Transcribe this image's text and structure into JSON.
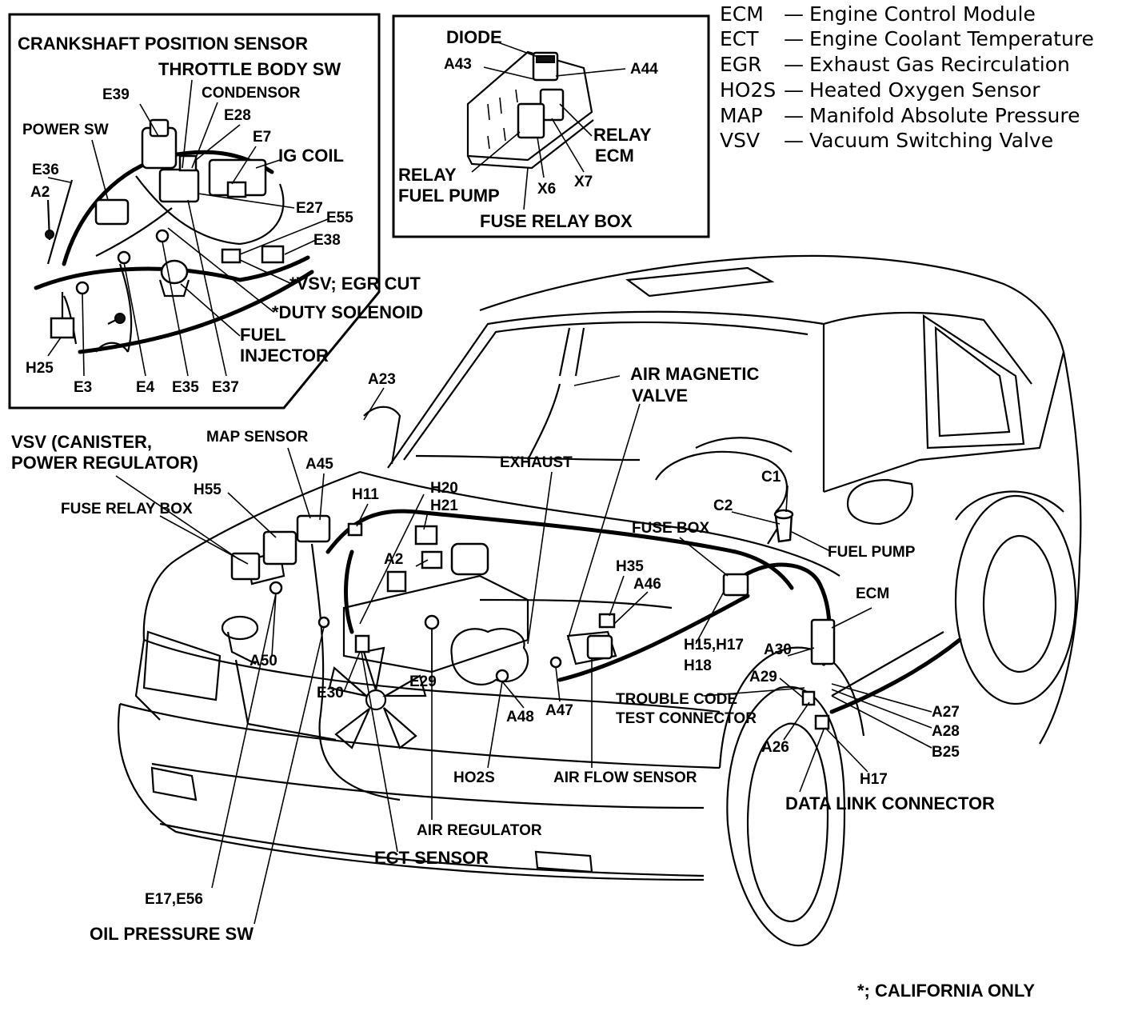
{
  "legend": [
    {
      "abbr": "ECM",
      "desc": "Engine Control Module"
    },
    {
      "abbr": "ECT",
      "desc": "Engine Coolant Temperature"
    },
    {
      "abbr": "EGR",
      "desc": "Exhaust Gas Recirculation"
    },
    {
      "abbr": "HO2S",
      "desc": "Heated Oxygen Sensor"
    },
    {
      "abbr": "MAP",
      "desc": "Manifold Absolute Pressure"
    },
    {
      "abbr": "VSV",
      "desc": "Vacuum Switching Valve"
    }
  ],
  "inset_engine": {
    "crankshaft_position_sensor": "CRANKSHAFT POSITION SENSOR",
    "throttle_body_sw": "THROTTLE BODY SW",
    "condensor": "CONDENSOR",
    "e39": "E39",
    "e28": "E28",
    "e7": "E7",
    "ig_coil": "IG COIL",
    "power_sw": "POWER SW",
    "e36": "E36",
    "a2": "A2",
    "e27": "E27",
    "e55": "E55",
    "e38": "E38",
    "vsv_egr_cut": "*VSV; EGR CUT",
    "duty_solenoid": "*DUTY SOLENOID",
    "fuel": "FUEL",
    "injector": "INJECTOR",
    "h25": "H25",
    "e3": "E3",
    "e4": "E4",
    "e35": "E35",
    "e37": "E37"
  },
  "inset_fuse": {
    "diode": "DIODE",
    "a43": "A43",
    "a44": "A44",
    "relay_ecm_1": "RELAY",
    "relay_ecm_2": "ECM",
    "relay_fuel_1": "RELAY",
    "relay_fuel_2": "FUEL PUMP",
    "x6": "X6",
    "x7": "X7",
    "fuse_relay_box": "FUSE RELAY BOX"
  },
  "main": {
    "a23": "A23",
    "air_magnetic_1": "AIR MAGNETIC",
    "air_magnetic_2": "VALVE",
    "vsv_canister_1": "VSV (CANISTER,",
    "vsv_canister_2": "POWER REGULATOR)",
    "map_sensor": "MAP SENSOR",
    "a45": "A45",
    "h55": "H55",
    "fuse_relay_box": "FUSE RELAY BOX",
    "h11": "H11",
    "h20": "H20",
    "h21": "H21",
    "exhaust": "EXHAUST",
    "c1": "C1",
    "c2": "C2",
    "fuse_box": "FUSE BOX",
    "fuel_pump": "FUEL PUMP",
    "a2": "A2",
    "h35": "H35",
    "a46": "A46",
    "ecm": "ECM",
    "h15_h17": "H15,H17",
    "h18": "H18",
    "a30": "A30",
    "a29": "A29",
    "a50": "A50",
    "e30": "E30",
    "e29": "E29",
    "trouble_code_1": "TROUBLE CODE",
    "trouble_code_2": "TEST CONNECTOR",
    "a48": "A48",
    "a47": "A47",
    "a27": "A27",
    "a28": "A28",
    "b25": "B25",
    "a26": "A26",
    "h17": "H17",
    "ho2s": "HO2S",
    "air_flow_sensor": "AIR FLOW SENSOR",
    "data_link_connector": "DATA LINK CONNECTOR",
    "air_regulator": "AIR REGULATOR",
    "ect_sensor": "ECT SENSOR",
    "e17_e56": "E17,E56",
    "oil_pressure_sw": "OIL PRESSURE SW",
    "california_only": "*; CALIFORNIA ONLY"
  }
}
